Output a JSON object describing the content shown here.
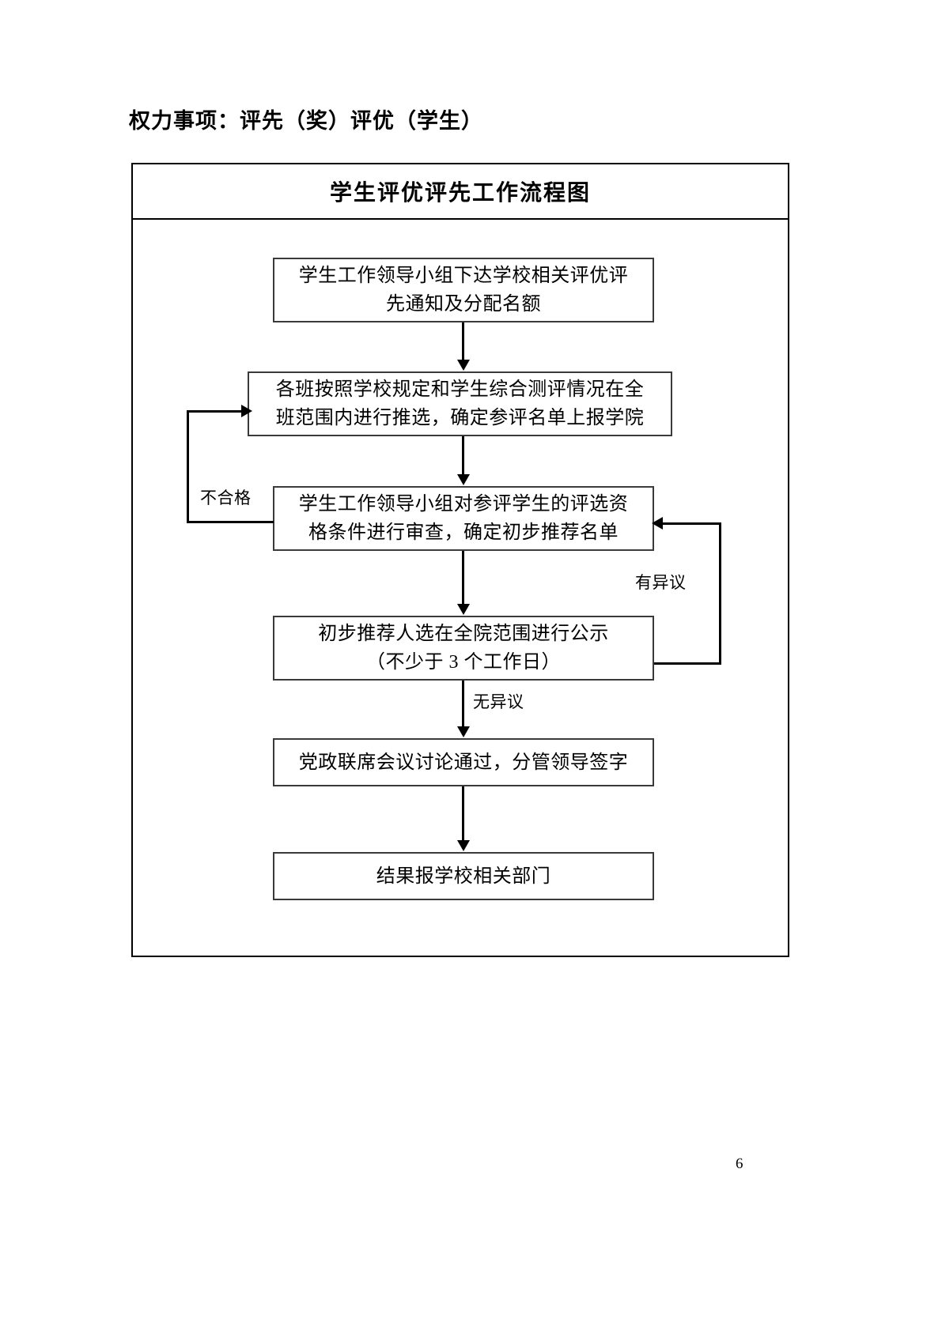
{
  "document": {
    "heading": "权力事项：评先（奖）评优（学生）",
    "page_number": "6"
  },
  "flowchart": {
    "title": "学生评优评先工作流程图",
    "nodes": [
      {
        "id": "box-1",
        "line1": "学生工作领导小组下达学校相关评优评",
        "line2": "先通知及分配名额"
      },
      {
        "id": "box-2",
        "line1": "各班按照学校规定和学生综合测评情况在全",
        "line2": "班范围内进行推选，确定参评名单上报学院"
      },
      {
        "id": "box-3",
        "line1": "学生工作领导小组对参评学生的评选资",
        "line2": "格条件进行审查，确定初步推荐名单"
      },
      {
        "id": "box-4",
        "line1": "初步推荐人选在全院范围进行公示",
        "line2": "（不少于 3 个工作日）"
      },
      {
        "id": "box-5",
        "line1": "党政联席会议讨论通过，分管领导签字",
        "line2": ""
      },
      {
        "id": "box-6",
        "line1": "结果报学校相关部门",
        "line2": ""
      }
    ],
    "edge_labels": {
      "fail": "不合格",
      "objection": "有异议",
      "no_objection": "无异议"
    },
    "colors": {
      "line": "#000000",
      "box_border": "#3a3a3a",
      "background": "#ffffff"
    }
  }
}
